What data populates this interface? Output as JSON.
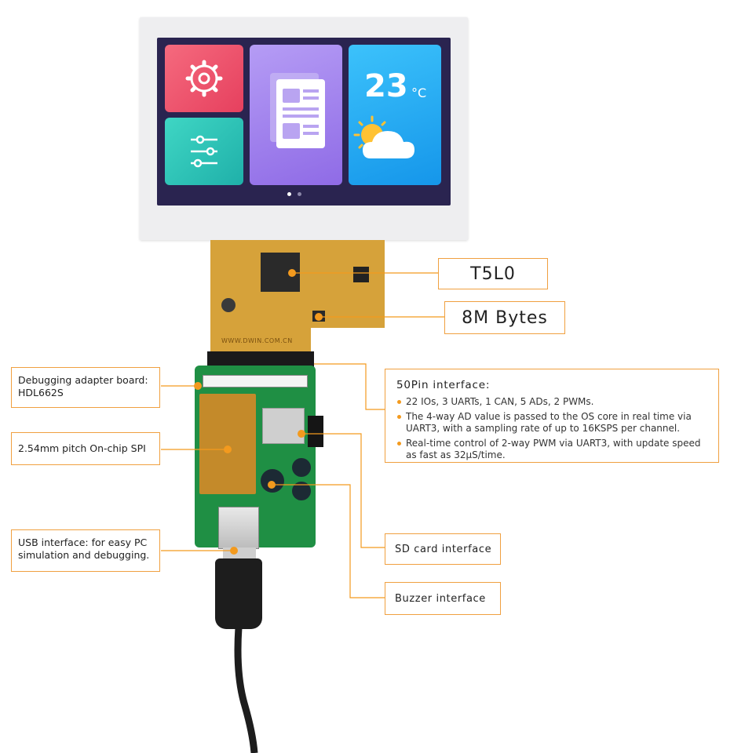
{
  "screen": {
    "temperature": "23",
    "temperature_unit": "°C",
    "icons": [
      "gear-icon",
      "sliders-icon",
      "document-icon",
      "weather-sun-cloud-icon"
    ],
    "colors": {
      "settings_tile": "#f0506e",
      "sliders_tile": "#2fc4b8",
      "doc_tile": "#a689ef",
      "weather_tile": "#1fb0f4"
    }
  },
  "pcb": {
    "silkscreen": "WWW.DWIN.COM.CN"
  },
  "callouts": {
    "chip": "T5L0",
    "flash": "8M Bytes",
    "debug_board": "Debugging adapter board:\nHDL662S",
    "spi": "2.54mm pitch On-chip SPI",
    "usb": "USB interface: for easy PC simulation and debugging.",
    "sd_card": "SD card interface",
    "buzzer": "Buzzer interface",
    "pin50": {
      "title": "50Pin interface:",
      "bullets": [
        "22 IOs, 3 UARTs, 1 CAN, 5 ADs, 2 PWMs.",
        "The 4-way AD value is passed to the OS core in real time via UART3, with a sampling rate of up to 16KSPS per channel.",
        "Real-time control of 2-way PWM via UART3, with update speed as fast as 32μS/time."
      ]
    }
  },
  "accent_color": "#f39a1e"
}
